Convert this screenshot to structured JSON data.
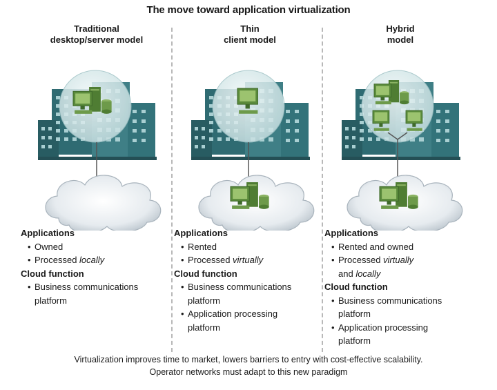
{
  "title": "The move toward application virtualization",
  "columns": [
    {
      "title_line1": "Traditional",
      "title_line2": "desktop/server model",
      "applications_heading": "Applications",
      "app_items": [
        {
          "pre": "Owned",
          "em": "",
          "post": "",
          "line2": ""
        },
        {
          "pre": "Processed ",
          "em": "locally",
          "post": "",
          "line2": ""
        }
      ],
      "cloud_heading": "Cloud function",
      "cloud_items": [
        {
          "line1": "Business communications",
          "line2": "platform"
        }
      ]
    },
    {
      "title_line1": "Thin",
      "title_line2": "client model",
      "applications_heading": "Applications",
      "app_items": [
        {
          "pre": "Rented",
          "em": "",
          "post": "",
          "line2": ""
        },
        {
          "pre": "Processed ",
          "em": "virtually",
          "post": "",
          "line2": ""
        }
      ],
      "cloud_heading": "Cloud function",
      "cloud_items": [
        {
          "line1": "Business communications",
          "line2": "platform"
        },
        {
          "line1": "Application processing",
          "line2": "platform"
        }
      ]
    },
    {
      "title_line1": "Hybrid",
      "title_line2": "model",
      "applications_heading": "Applications",
      "app_items": [
        {
          "pre": "Rented and owned",
          "em": "",
          "post": "",
          "line2": ""
        },
        {
          "pre": "Processed ",
          "em": "virtually",
          "post": "",
          "line2": "and locally"
        }
      ],
      "cloud_heading": "Cloud function",
      "cloud_items": [
        {
          "line1": "Business communications",
          "line2": "platform"
        },
        {
          "line1": "Application processing",
          "line2": "platform"
        }
      ]
    }
  ],
  "caption_line1": "Virtualization improves time to market, lowers barriers to entry with cost-effective scalability.",
  "caption_line2": "Operator networks must adapt to this new paradigm",
  "colors": {
    "building": "#3f7f86",
    "building_dark": "#2a5d63",
    "window": "#a9cfd2",
    "bubble": "#dceced",
    "computer": "#6d9a4a",
    "computer_dark": "#3f6a2b",
    "screen": "#9cc36f",
    "cloud": "#e4eaee",
    "cloud_edge": "#9aa7b2"
  }
}
